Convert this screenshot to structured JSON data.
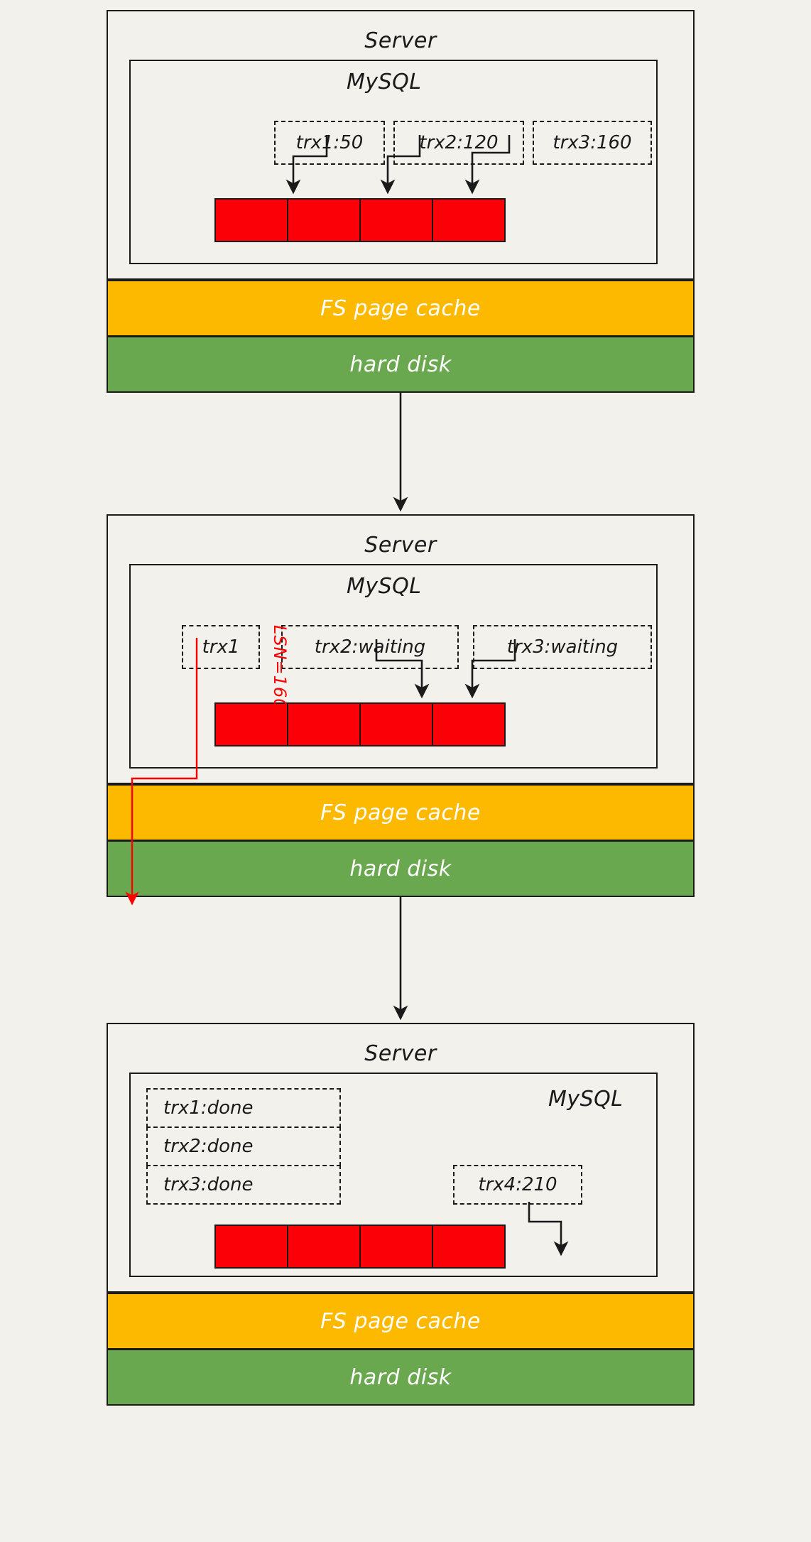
{
  "diagram": {
    "title": "MySQL redo log flush to disk (three stages)",
    "colors": {
      "background": "#f2f1ec",
      "stroke": "#1a1a1a",
      "redo_log": "#fb0007",
      "fs_page_cache": "#fcb900",
      "hard_disk": "#6aa84f",
      "lsn_arrow": "#ff0000",
      "band_text": "#ffffff"
    }
  },
  "panels": [
    {
      "id": "panel-1",
      "server_label": "Server",
      "mysql_label": "MySQL",
      "transactions": [
        {
          "label": "trx1:50"
        },
        {
          "label": "trx2:120"
        },
        {
          "label": "trx3:160"
        }
      ],
      "redo_log_cells": 4,
      "bands": [
        {
          "label": "FS page cache",
          "kind": "cache"
        },
        {
          "label": "hard disk",
          "kind": "disk"
        }
      ]
    },
    {
      "id": "panel-2",
      "server_label": "Server",
      "mysql_label": "MySQL",
      "transactions": [
        {
          "label": "trx1"
        },
        {
          "label": "trx2:waiting"
        },
        {
          "label": "trx3:waiting"
        }
      ],
      "lsn_label": "LSN=160",
      "redo_log_cells": 4,
      "bands": [
        {
          "label": "FS page cache",
          "kind": "cache"
        },
        {
          "label": "hard disk",
          "kind": "disk"
        }
      ]
    },
    {
      "id": "panel-3",
      "server_label": "Server",
      "mysql_label": "MySQL",
      "done_transactions": [
        {
          "label": "trx1:done"
        },
        {
          "label": "trx2:done"
        },
        {
          "label": "trx3:done"
        }
      ],
      "new_transaction": {
        "label": "trx4:210"
      },
      "redo_log_cells": 4,
      "bands": [
        {
          "label": "FS page cache",
          "kind": "cache"
        },
        {
          "label": "hard disk",
          "kind": "disk"
        }
      ]
    }
  ]
}
